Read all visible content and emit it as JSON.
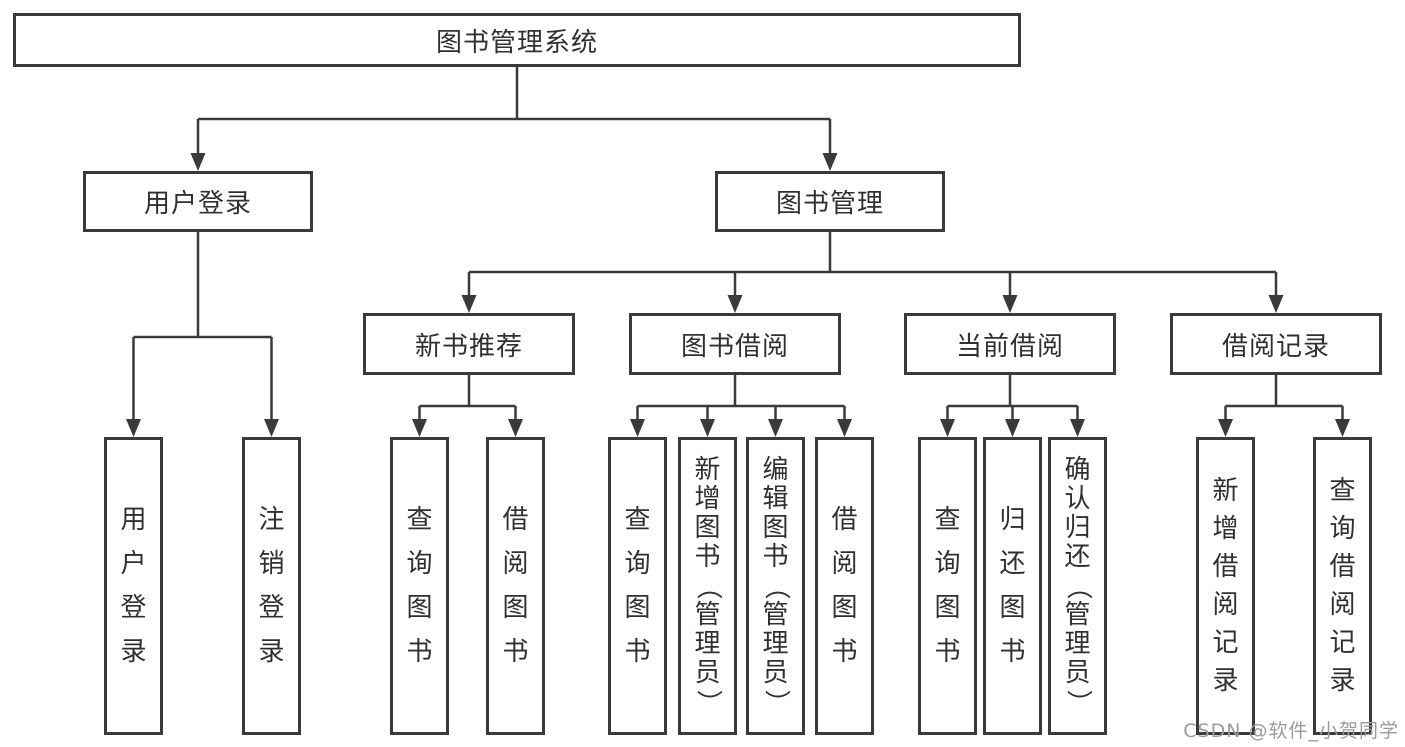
{
  "colors": {
    "line": "#3a3a3a",
    "text": "#303030",
    "box_bg": "#ffffff",
    "watermark": "#9b9b9b"
  },
  "watermark": "CSDN @软件_小贺同学",
  "tree": {
    "label": "图书管理系统",
    "children": [
      {
        "label": "用户登录",
        "children": [
          {
            "label": "用户登录"
          },
          {
            "label": "注销登录"
          }
        ]
      },
      {
        "label": "图书管理",
        "children": [
          {
            "label": "新书推荐",
            "children": [
              {
                "label": "查询图书"
              },
              {
                "label": "借阅图书"
              }
            ]
          },
          {
            "label": "图书借阅",
            "children": [
              {
                "label": "查询图书"
              },
              {
                "label": "新增图书（管理员）"
              },
              {
                "label": "编辑图书（管理员）"
              },
              {
                "label": "借阅图书"
              }
            ]
          },
          {
            "label": "当前借阅",
            "children": [
              {
                "label": "查询图书"
              },
              {
                "label": "归还图书"
              },
              {
                "label": "确认归还（管理员）"
              }
            ]
          },
          {
            "label": "借阅记录",
            "children": [
              {
                "label": "新增借阅记录"
              },
              {
                "label": "查询借阅记录"
              }
            ]
          }
        ]
      }
    ]
  }
}
